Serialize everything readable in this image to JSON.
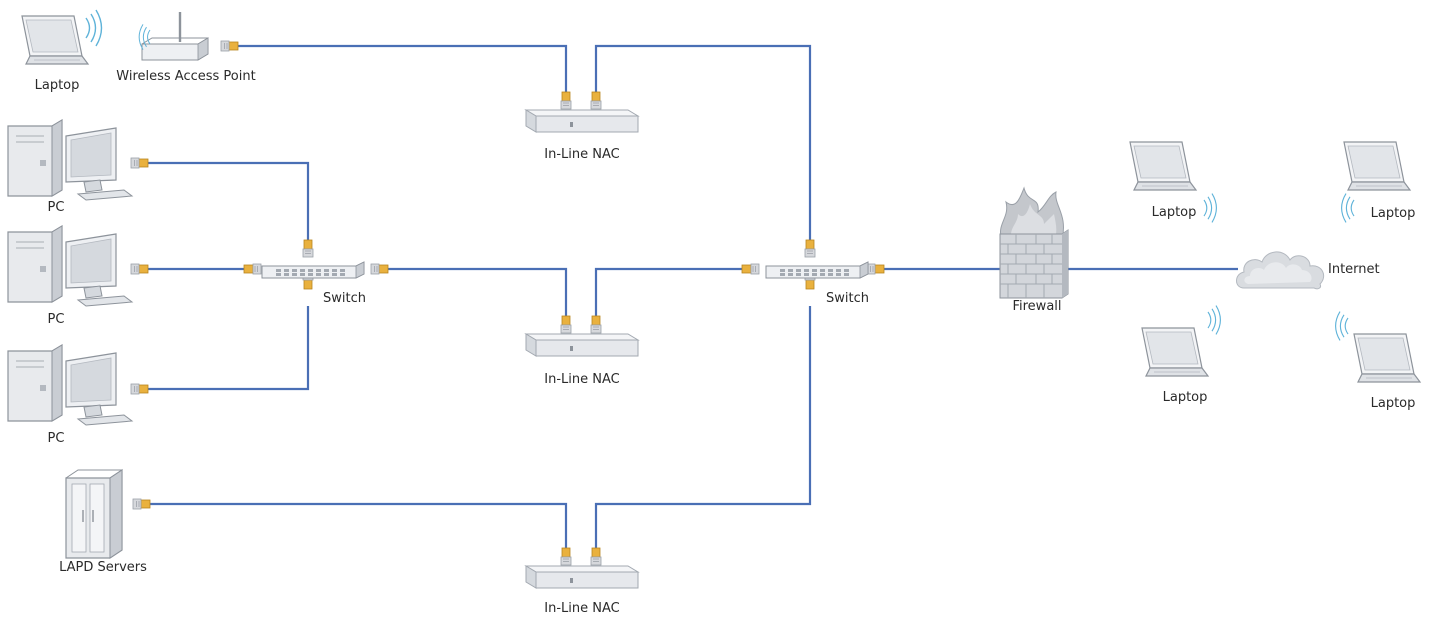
{
  "colors": {
    "cable": "#4a6fb5",
    "connector": "#e9b13e",
    "device_light": "#eef0f3",
    "device_mid": "#cfd3d9",
    "device_dark": "#9aa0a8",
    "wifi": "#5fb3d9",
    "firewall_flame": "#b9bcc1",
    "firewall_brick": "#c9ccd1"
  },
  "labels": {
    "laptop_top_left": "Laptop",
    "wireless_ap": "Wireless Access Point",
    "nac_top": "In-Line NAC",
    "nac_middle": "In-Line NAC",
    "nac_bottom": "In-Line NAC",
    "pc_1": "PC",
    "pc_2": "PC",
    "pc_3": "PC",
    "switch_left": "Switch",
    "switch_right": "Switch",
    "ldap_servers": "LAPD Servers",
    "firewall": "Firewall",
    "internet": "Internet",
    "laptop_r1": "Laptop",
    "laptop_r2": "Laptop",
    "laptop_r3": "Laptop",
    "laptop_r4": "Laptop"
  },
  "icons": [
    "laptop-icon",
    "wireless-access-point-icon",
    "pc-tower-icon",
    "monitor-icon",
    "switch-icon",
    "nac-appliance-icon",
    "server-rack-icon",
    "firewall-icon",
    "cloud-icon",
    "wifi-signal-icon",
    "rj45-connector-icon"
  ]
}
